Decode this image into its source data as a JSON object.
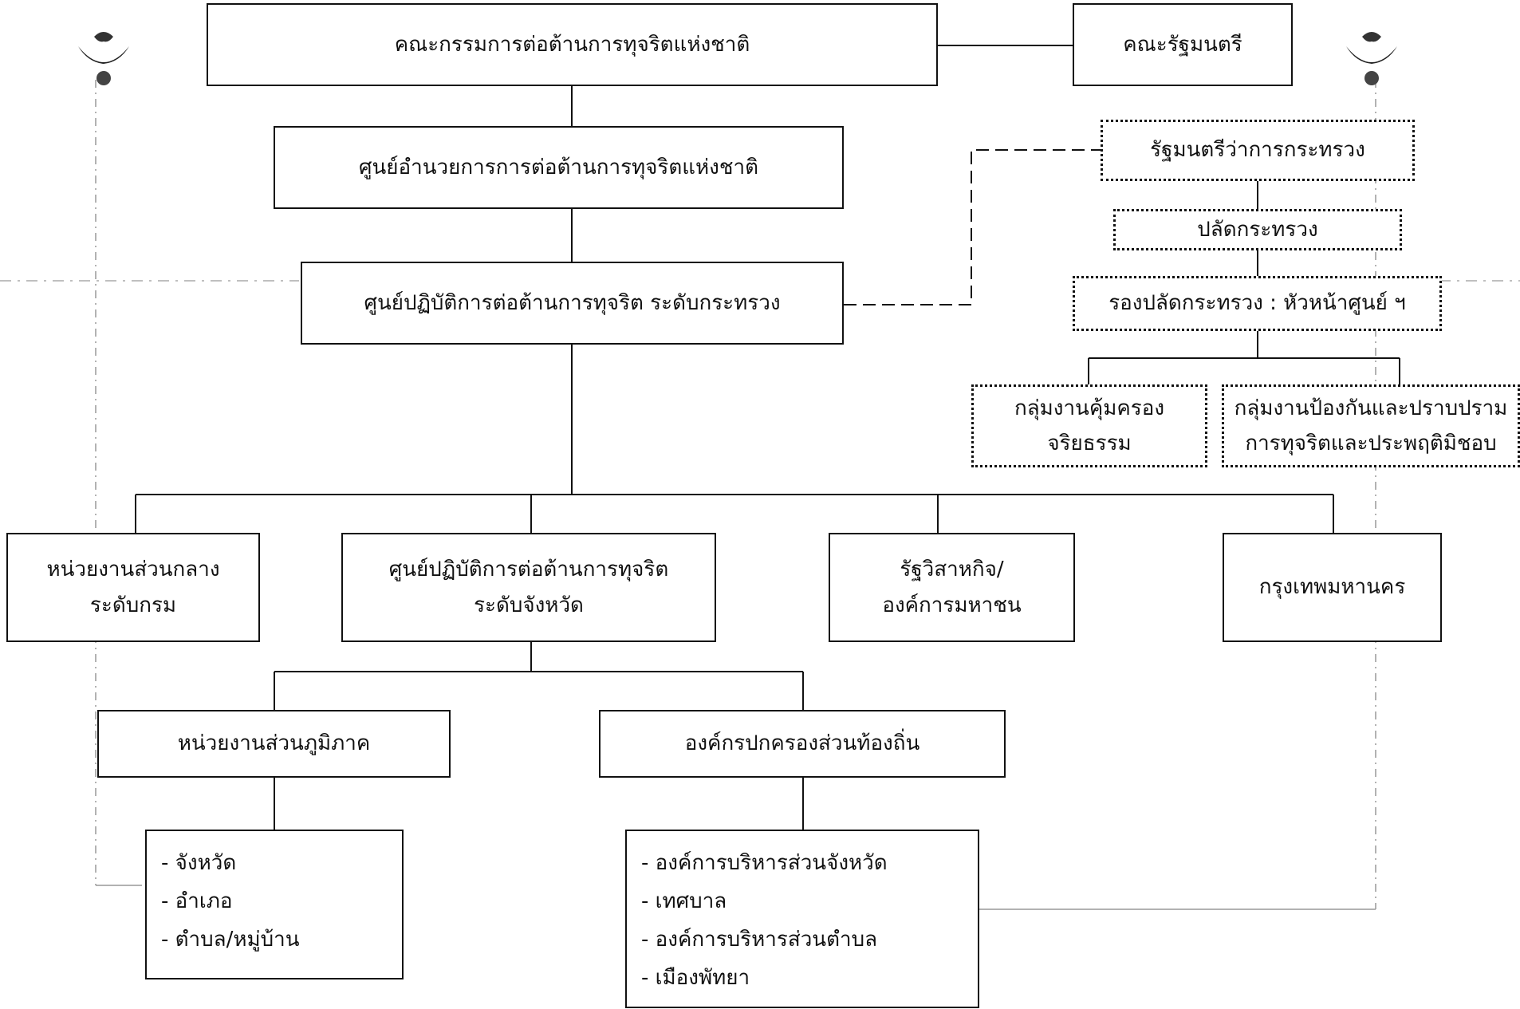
{
  "nodes": {
    "nacc": "คณะกรรมการต่อต้านการทุจริตแห่งชาติ",
    "cabinet": "คณะรัฐมนตรี",
    "national_center": "ศูนย์อำนวยการการต่อต้านการทุจริตแห่งชาติ",
    "ministry_center": "ศูนย์ปฏิบัติการต่อต้านการทุจริต ระดับกระทรวง",
    "minister": "รัฐมนตรีว่าการกระทรวง",
    "permanent_secretary": "ปลัดกระทรวง",
    "deputy_secretary": "รองปลัดกระทรวง : หัวหน้าศูนย์ ฯ",
    "ethics_group": [
      "กลุ่มงานคุ้มครอง",
      "จริยธรรม"
    ],
    "prevention_group": [
      "กลุ่มงานป้องกันและปราบปราม",
      "การทุจริตและประพฤติมิชอบ"
    ],
    "central_dept": [
      "หน่วยงานส่วนกลาง",
      "ระดับกรม"
    ],
    "province_center": [
      "ศูนย์ปฏิบัติการต่อต้านการทุจริต",
      "ระดับจังหวัด"
    ],
    "state_enterprise": [
      "รัฐวิสาหกิจ/",
      "องค์การมหาชน"
    ],
    "bangkok": "กรุงเทพมหานคร",
    "regional_admin": "หน่วยงานส่วนภูมิภาค",
    "local_admin": "องค์กรปกครองส่วนท้องถิ่น",
    "regional_list": [
      "จังหวัด",
      "อำเภอ",
      "ตำบล/หมู่บ้าน"
    ],
    "local_list": [
      "องค์การบริหารส่วนจังหวัด",
      "เทศบาล",
      "องค์การบริหารส่วนตำบล",
      "เมืองพัทยา"
    ]
  },
  "colors": {
    "line": "#111111",
    "background": "#ffffff"
  },
  "icons": {
    "left_seal": "garuda-emblem-icon",
    "right_seal": "garuda-emblem-icon"
  }
}
